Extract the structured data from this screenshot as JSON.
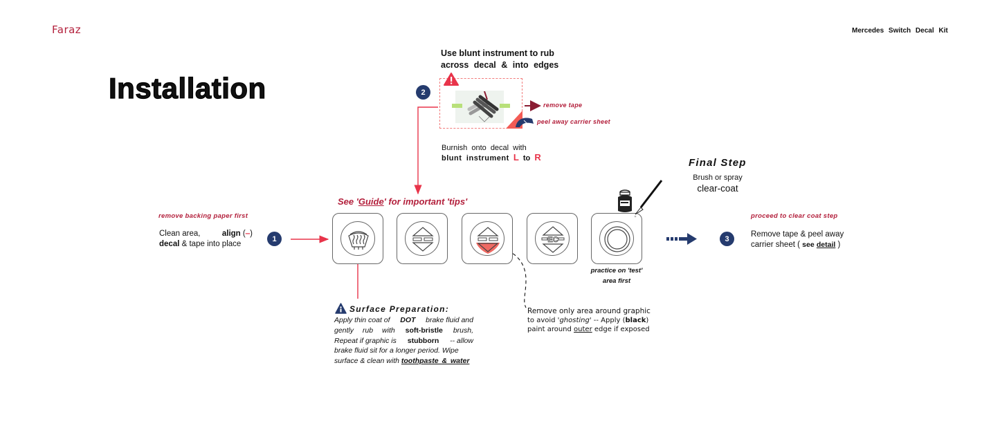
{
  "header": {
    "brand": "Faraz",
    "product": "Mercedes Switch Decal Kit"
  },
  "page_title": "Installation",
  "colors": {
    "accent_red": "#b3203c",
    "bright_red": "#e8344a",
    "navy": "#253b6e",
    "tape_green": "#b8e07a"
  },
  "step1": {
    "badge": "1",
    "note": "remove backing paper first",
    "line1_a": "Clean area,",
    "line1_b": "align",
    "line1_c": "(",
    "line1_d": "‒",
    "line1_e": ")",
    "line2_a": "decal",
    "line2_b": "& tape into place"
  },
  "step2": {
    "badge": "2",
    "callout_line1": "Use blunt instrument to rub",
    "callout_line2": "across decal & into edges",
    "remove_tape": "remove tape",
    "peel_away": "peel away carrier sheet",
    "burnish_line1": "Burnish onto decal with",
    "burnish_bold": "blunt instrument",
    "burnish_L": "L",
    "burnish_to": "to",
    "burnish_R": "R",
    "warning_icon": "warning-triangle-icon"
  },
  "guide_tip": {
    "prefix": "See '",
    "link": "Guide",
    "suffix": "' for important 'tips'"
  },
  "switches": [
    {
      "name": "rear-defrost",
      "icon": "rear-window-defrost-icon"
    },
    {
      "name": "up-down",
      "icon": "up-down-arrows-icon"
    },
    {
      "name": "up-down-highlighted",
      "icon": "up-down-arrows-highlight-icon"
    },
    {
      "name": "ec",
      "icon": "ec-up-down-icon",
      "label": "EC"
    },
    {
      "name": "blank",
      "icon": "circle-button-icon"
    }
  ],
  "practice": {
    "line1": "practice on 'test'",
    "line2": "area first"
  },
  "final_step": {
    "title": "Final Step",
    "line1": "Brush or spray",
    "line2": "clear-coat"
  },
  "step3": {
    "badge": "3",
    "note": "proceed to clear coat step",
    "line1": "Remove tape & peel away",
    "line2_a": "carrier sheet (",
    "line2_b": "see",
    "line2_c": "detail",
    "line2_d": ")"
  },
  "surface_prep": {
    "title": "Surface Preparation:",
    "l1_a": "Apply thin coat of",
    "l1_b": "DOT",
    "l1_c": "brake fluid and",
    "l2_a": "gently rub with",
    "l2_b": "soft-bristle",
    "l2_c": "brush,",
    "l3_a": "Repeat if graphic is",
    "l3_b": "stubborn",
    "l3_c": "-- allow",
    "l4": "brake fluid sit for a longer period. Wipe",
    "l5_a": "surface & clean with",
    "l5_b": "toothpaste & water"
  },
  "ghosting_note": {
    "l1": "Remove only area around graphic",
    "l2_a": "to avoid '",
    "l2_b": "ghosting",
    "l2_c": "' -- Apply (",
    "l2_d": "black",
    "l2_e": ")",
    "l3_a": "paint around",
    "l3_b": "outer",
    "l3_c": "edge if exposed"
  }
}
